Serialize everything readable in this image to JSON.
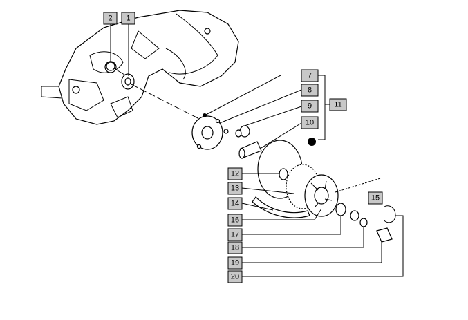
{
  "callouts": {
    "c1": "1",
    "c2": "2",
    "c7": "7",
    "c8": "8",
    "c9": "9",
    "c10": "10",
    "c11": "11",
    "c12": "12",
    "c13": "13",
    "c14": "14",
    "c15": "15",
    "c16": "16",
    "c17": "17",
    "c18": "18",
    "c19": "19",
    "c20": "20"
  }
}
